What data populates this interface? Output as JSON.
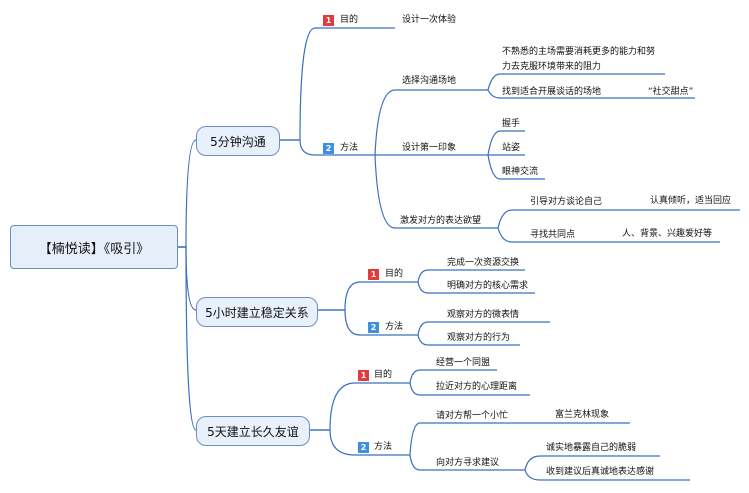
{
  "root": "【楠悦读】《吸引》",
  "branches": [
    {
      "title": "5分钟沟通",
      "purpose": {
        "label": "目的",
        "items": [
          "设计一次体验"
        ]
      },
      "method": {
        "label": "方法",
        "items": [
          {
            "title": "选择沟通场地",
            "subs": [
              "不熟悉的主场需要消耗更多的能力和努",
              "力去克服环境带来的阻力",
              "找到适合开展谈话的场地",
              "“社交甜点”"
            ]
          },
          {
            "title": "设计第一印象",
            "subs": [
              "握手",
              "站姿",
              "眼神交流"
            ]
          },
          {
            "title": "激发对方的表达欲望",
            "subs": [
              "引导对方谈论自己",
              "认真倾听，适当回应",
              "寻找共同点",
              "人、背景、兴趣爱好等"
            ]
          }
        ]
      }
    },
    {
      "title": "5小时建立稳定关系",
      "purpose": {
        "label": "目的",
        "items": [
          "完成一次资源交换",
          "明确对方的核心需求"
        ]
      },
      "method": {
        "label": "方法",
        "items": [
          "观察对方的微表情",
          "观察对方的行为"
        ]
      }
    },
    {
      "title": "5天建立长久友谊",
      "purpose": {
        "label": "目的",
        "items": [
          "经营一个同盟",
          "拉近对方的心理距离"
        ]
      },
      "method": {
        "label": "方法",
        "items": [
          {
            "title": "请对方帮一个小忙",
            "subs": [
              "富兰克林现象"
            ]
          },
          {
            "title": "向对方寻求建议",
            "subs": [
              "诚实地暴露自己的脆弱",
              "收到建议后真诚地表达感谢"
            ]
          }
        ]
      }
    }
  ],
  "badges": {
    "one": "1",
    "two": "2"
  }
}
